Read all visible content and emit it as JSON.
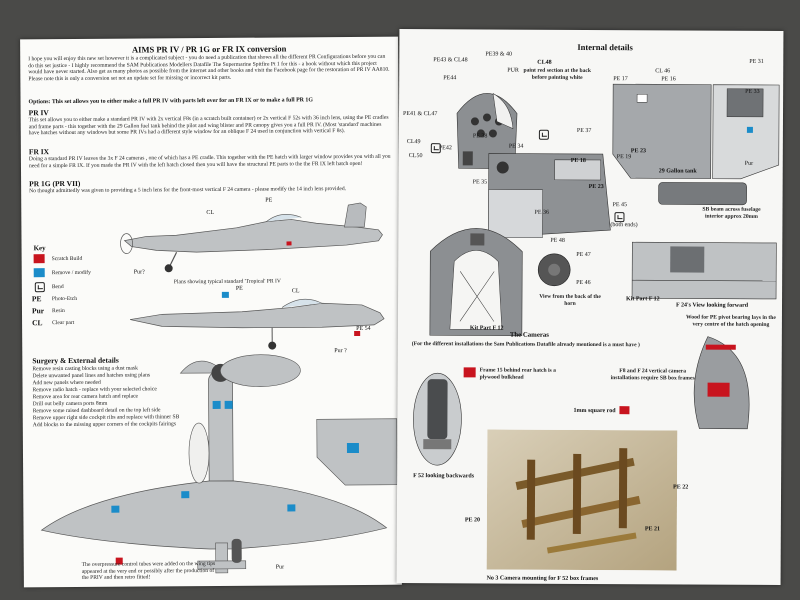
{
  "left": {
    "title": "AIMS PR IV / PR 1G or FR IX conversion",
    "intro": "I hope you will enjoy this new set however it is a complicated subject - you do need a publication that shows all the different PR Configurations before you can do this set justice - I highly recommend the SAM Publications Modellers Datafile The Supermarine Spitfire Pt 1 for this - a book without which this project would have never started. Also get as many photos as possible from the internet and other books and visit the Facebook page for the restoration of PR IV AA810. Please note this is only a conversion set not an update set for missing or incorrect kit parts.",
    "options_heading": "Options: This set allows you to either make a full PR IV with parts left over for an FR IX or to make a full PR 1G",
    "pr4_heading": "PR IV",
    "pr4_text": "This set allows you to either make a standard PR IV with 2x vertical F8s (in a scratch built container) or 2x vertical F 52s with 36 inch lens, using the PE cradles and frame parts - this together with the 29 Gallon fuel tank behind the pilot and wing blister and PR canopy gives you a full PR IV. (Most 'standard' machines have hatches without any windows but some PR IVs had a different style window for an oblique F 24 used in conjunction with vertical F 8s).",
    "fr9_heading": "FR IX",
    "fr9_text": "Doing a standard PR IV leaves the 3x F 24 cameras , one of which has a PE cradle. This together with the PE hatch with larger window provides you with all you need for a simple FR IX. If you made the PR IV with the left hatch closed then you will have the structural PE parts to the the FR IX left hatch open!",
    "pr1g_heading": "PR 1G (PR VII)",
    "pr1g_text": "No thought admittedly was given to providing a 5 inch lens for the front-most vertical F 24 camera - please modify the 14 inch lens provided.",
    "plans_caption": "Plans showing typical standard 'Tropical' PR IV",
    "key": {
      "title": "Key",
      "items": [
        {
          "sym": "",
          "label": "Scratch Build"
        },
        {
          "sym": "",
          "label": "Remove / modify"
        },
        {
          "sym": "",
          "label": "Bend"
        },
        {
          "sym": "PE",
          "label": "Photo-Etch"
        },
        {
          "sym": "Pur",
          "label": "Resin"
        },
        {
          "sym": "CL",
          "label": "Clear part"
        }
      ]
    },
    "surgery_heading": "Surgery & External details",
    "surgery_lines": [
      "Remove resin casting blocks using a dust mask",
      "Delete unwanted panel lines and hatches using plans",
      "Add new panels where needed",
      "Remove radio hatch - replace with your selected choice",
      "Remove area for rear camera hatch and replace",
      "Drill out belly camera ports 8mm",
      "Remove some raised dashboard detail on the top left side",
      "Remove upper right side cockpit ribs and replace with thinner SB",
      "Add blocks to the missing upper corners of the cockpits fairings"
    ],
    "wingtip_note": "The overpressure control tubes were added on the wing tips appeared at the very end or possibly after the production of the PRIV and then retro fitted!",
    "labels": {
      "pe": "PE",
      "cl": "CL",
      "pur": "Pur?",
      "pur2": "Pur ?",
      "pe54": "PE 54",
      "pur_wing": "Pur"
    }
  },
  "right": {
    "title": "Internal details",
    "cockpit_labels": {
      "pe43_cl48": "PE43 & CL48",
      "pe39_40": "PE39 & 40",
      "pe44": "PE44",
      "pur": "PUR",
      "cl48": "CL48",
      "cl48_note": "paint red section at the back before painting white",
      "pe41_cl47": "PE41 & CL47",
      "cl49": "CL49",
      "pe42": "PE42",
      "cl50": "CL50"
    },
    "frame_labels": {
      "cl46": "CL 46",
      "pe31": "PE 31",
      "pe17": "PE 17",
      "pe16": "PE 16",
      "pe33": "PE 33",
      "pe23": "PE 23",
      "pur": "Pur"
    },
    "tank_labels": {
      "pe34": "PE 34",
      "pe37": "PE 37",
      "pe38": "PE 38",
      "pe18": "PE 18",
      "pe19": "PE 19",
      "pe35": "PE 35",
      "pe23": "PE 23",
      "pe36": "PE 36",
      "tank_caption": "29 Gallon tank",
      "pe45": "PE 45",
      "both_ends": "(both ends)",
      "sb_beam": "SB beam across fuselage interior approx 20mm"
    },
    "horn_labels": {
      "pe48": "PE 48",
      "pe47": "PE 47",
      "pe46": "PE 46",
      "view_back": "View from the back of the horn",
      "kit_part_f12": "Kit Part F 12",
      "kit_part_f12_2": "Kit Part F 12",
      "f24_view": "F 24's View looking forward"
    },
    "cameras_heading": "The Cameras",
    "cameras_sub": "(For the different installations the Sam Publications Datafile already mentioned is a must have )",
    "wood_note": "Wood for PE pivot bearing lays in the very centre of the hatch opening",
    "f8_note": "F8 and F 24 vertical camera installations require SB box frames",
    "frame15_note": "Frame 15 behind rear hatch is a plywood bulkhead",
    "f52_back": "F 52 looking backwards",
    "square_rod": "1mm square rod",
    "pe20": "PE 20",
    "pe21": "PE 21",
    "pe22": "PE 22",
    "photo_caption": "No 3 Camera mounting for F 52 box frames"
  },
  "colors": {
    "scratch_red": "#c8141e",
    "remove_blue": "#1b8cc9",
    "background": "#4a4a48"
  }
}
